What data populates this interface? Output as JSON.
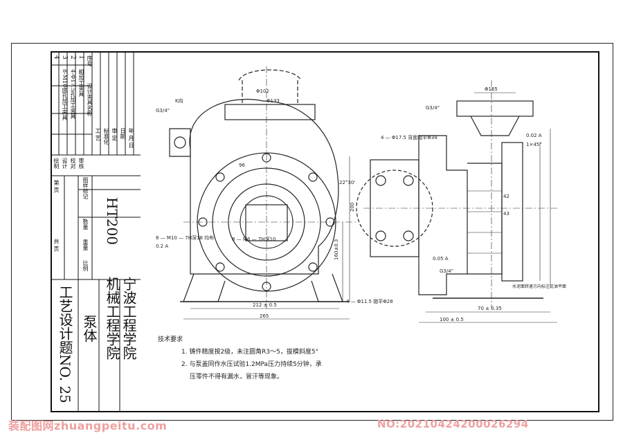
{
  "title_block": {
    "school_line1": "宁波工程学院",
    "school_line2": "机械工程学院",
    "part_name": "泵体",
    "task_title": "工艺设计题NO. 25",
    "material": "HT200",
    "weight_label": "重量",
    "quantity_label": "数量",
    "scale_label": "比例",
    "drawing_mark_label": "图样标记",
    "sheet_total_label": "共 页",
    "sheet_no_label": "第 页",
    "table_rows": [
      {
        "no": "4",
        "name": ""
      },
      {
        "no": "3",
        "name": "8-M10底孔加工夹具"
      },
      {
        "no": "2",
        "name": "4-Φ17.5孔加工夹具"
      },
      {
        "no": "1",
        "name": "粗加工夹具"
      },
      {
        "no": "序号",
        "name": "设计夹具名称"
      }
    ],
    "sign_rows": [
      "绘制",
      "设计",
      "校对",
      "审核"
    ],
    "sign_cols": [
      "工 艺",
      "标准化",
      "审 定",
      "日期",
      "年 月 日"
    ]
  },
  "tech_req": {
    "heading": "技术要求",
    "line1": "1. 铸件精度按2级，未注圆角R3～5，拔模斜度5°",
    "line2": "2. 与泵盖同作水压试验1.2MPa压力持续5分钟，承",
    "line3": "压零件不得有漏水，冒汗等现象。"
  },
  "dims_left": {
    "d102": "Φ102",
    "d133": "Φ133",
    "g34": "G3/4\"",
    "d96": "96",
    "d212": "212 ± 0.5",
    "d265": "265",
    "d160": "160±0.3",
    "angle": "22°30'",
    "hole1": "8 — M10 — 7H深18 均布",
    "hole2": "8 — M6 — 7H深10",
    "hole3": "4 — Φ11.5 锪平Φ28",
    "k_view": "K向",
    "tol1": "0.2 A",
    "d200": "200"
  },
  "dims_right": {
    "d165": "Φ165",
    "g34a": "G3/4\"",
    "g34b": "G3/4\"",
    "hole": "4 — Φ17.5 背面锪平Φ34",
    "chamfer": "1×45°",
    "d42": "42",
    "d43": "43",
    "d70": "70 ± 0.35",
    "d100": "100 ± 0.5",
    "tol_a": "0.02 A",
    "tol_b": "0.05 A",
    "note": "水泥面转速方向标注见油平面"
  },
  "watermark": {
    "site": "装配图网zhuangpeitu.com",
    "code": "NO:20210424200026294"
  }
}
